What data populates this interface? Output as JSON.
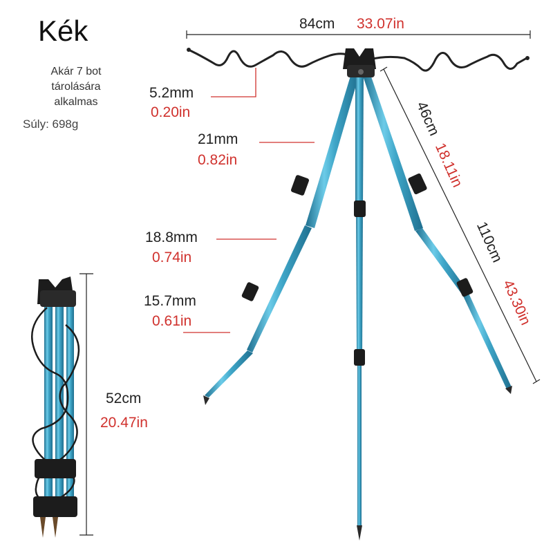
{
  "title": "Kék",
  "capacity_lines": [
    "Akár 7 bot",
    "tárolására",
    "alkalmas"
  ],
  "weight": "Súly: 698g",
  "dimensions": {
    "width_cm": "84cm",
    "width_in": "33.07in",
    "wire_mm": "5.2mm",
    "wire_in": "0.20in",
    "tube1_mm": "21mm",
    "tube1_in": "0.82in",
    "tube2_mm": "18.8mm",
    "tube2_in": "0.74in",
    "tube3_mm": "15.7mm",
    "tube3_in": "0.61in",
    "upper_cm": "46cm",
    "upper_in": "18.11in",
    "leg_cm": "110cm",
    "leg_in": "43.30in",
    "folded_cm": "52cm",
    "folded_in": "20.47in"
  },
  "colors": {
    "tube": "#3fa6c8",
    "tube_light": "#9fdcf0",
    "tube_dark": "#1f6f8f",
    "hardware": "#222222",
    "accent_text": "#d0312d"
  },
  "icons": [
    "rod-rest-wire",
    "tripod-head",
    "leg-clamp",
    "spike-foot"
  ]
}
